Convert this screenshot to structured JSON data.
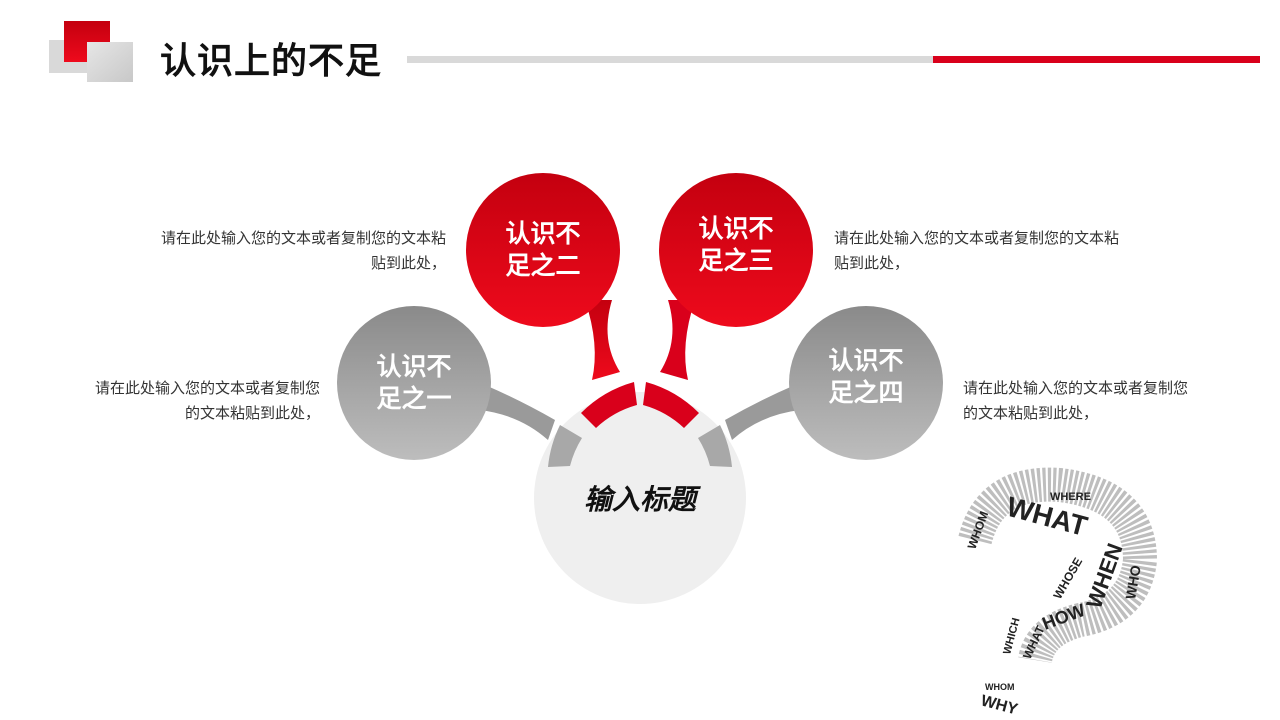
{
  "header": {
    "title": "认识上的不足"
  },
  "colors": {
    "accent": "#d9001b",
    "gray": "#9e9e9e",
    "light": "#efefef"
  },
  "center": {
    "title": "输入标题"
  },
  "items": [
    {
      "label": "认识不足之一",
      "desc": "请在此处输入您的文本或者复制您的文本粘贴到此处，"
    },
    {
      "label": "认识不足之二",
      "desc": "请在此处输入您的文本或者复制您的文本粘贴到此处，"
    },
    {
      "label": "认识不足之三",
      "desc": "请在此处输入您的文本或者复制您的文本粘贴到此处，"
    },
    {
      "label": "认识不足之四",
      "desc": "请在此处输入您的文本或者复制您的文本粘贴到此处，"
    }
  ],
  "word_cloud": {
    "icon": "question-mark-word-cloud",
    "words": [
      "WHAT",
      "WHERE",
      "WHOM",
      "WHEN",
      "WHO",
      "WHOSE",
      "HOW",
      "WHICH",
      "WHY"
    ]
  }
}
